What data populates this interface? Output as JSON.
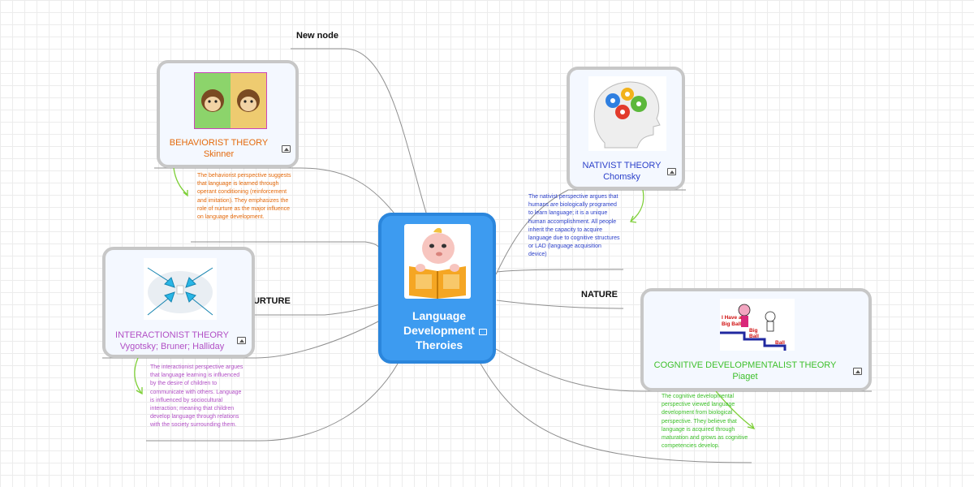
{
  "center": {
    "title": "Language Development Theroies",
    "icon": "picture-icon"
  },
  "labels": {
    "new_node": "New node",
    "nurture": "NURTURE",
    "nature": "NATURE"
  },
  "behaviorist": {
    "title": "BEHAVIORIST THEORY",
    "sub": "Skinner",
    "color": "#e46a0c",
    "image": "monkeys-image",
    "note": "The behaviorist perspective suggests that language is learned through operant conditioning (reinforcement and imitation). They emphasizes the role of nurture as the major influence on language development."
  },
  "interactionist": {
    "title": "INTERACTIONIST THEORY",
    "sub": "Vygotsky; Bruner; Halliday",
    "color": "#b14fc5",
    "image": "arrows-image",
    "note": "The interactionist perspective argues that language learning is influenced by the desire of children to communicate with others. Language is influenced by sociocultural interaction; meaning that children develop language through relations with the society surrounding them."
  },
  "nativist": {
    "title": "NATIVIST THEORY",
    "sub": "Chomsky",
    "color": "#2a3fc9",
    "image": "head-gears-image",
    "note": "The nativist perspective argues that humans are biologically programed to learn language; it is a unique human accomplishment. All people inherit the capacity to acquire language due to cognitive structures or LAD (language acquisition device)"
  },
  "cognitive": {
    "title": "COGNITIVE DEVELOPMENTALIST THEORY",
    "sub": "Piaget",
    "color": "#3ec02b",
    "image": "stairs-image",
    "image_text": {
      "line1": "I Have a",
      "line2": "Big Ball",
      "line3": "Big",
      "line4": "Ball",
      "line5": "Ball"
    },
    "note": "The cognitive developmental perspective viewed language development from biological perspective. They believe that language is acquired through maturation and grows as cognitive competencies develop."
  }
}
